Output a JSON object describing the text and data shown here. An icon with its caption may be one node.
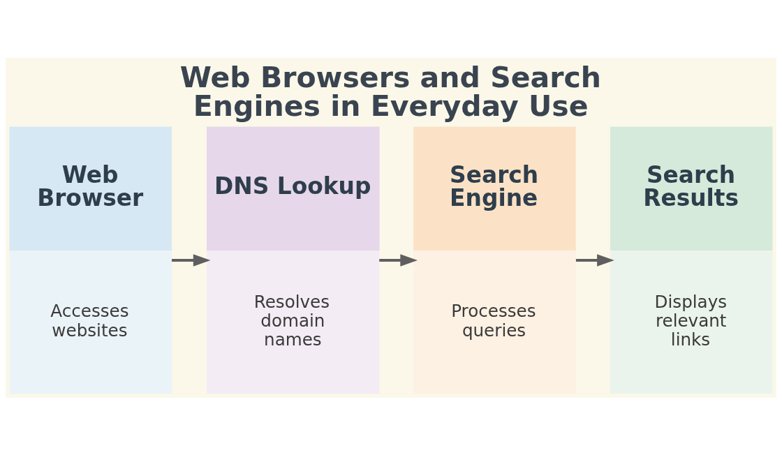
{
  "diagram": {
    "title": "Web Browsers and Search Engines in Everyday Use",
    "nodes": [
      {
        "text": [
          "Web Browser",
          "Accesses websites"
        ]
      },
      {
        "text": [
          "DNS Lookup",
          "Resolves domain names"
        ]
      },
      {
        "text": [
          "Search Engine",
          "Processes queries"
        ]
      },
      {
        "text": [
          "Search Results",
          "Displays relevant links"
        ]
      }
    ],
    "edges": [
      {
        "from": 0,
        "to": 1,
        "arrow": "to"
      },
      {
        "from": 1,
        "to": 2,
        "arrow": "to"
      },
      {
        "from": 2,
        "to": 3,
        "arrow": "to"
      }
    ]
  }
}
